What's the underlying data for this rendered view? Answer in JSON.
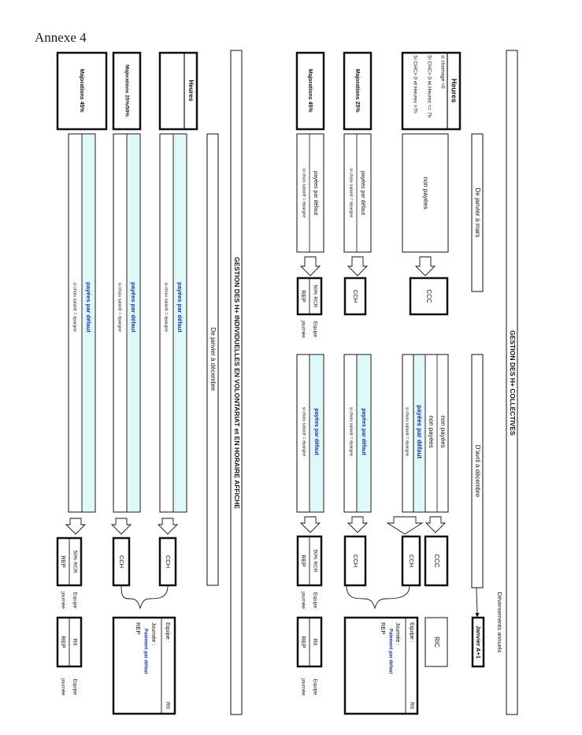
{
  "page": {
    "annexe_label": "Annexe 4"
  },
  "colors": {
    "paid_fill": "#dff8f8",
    "paid_text": "#1531b8",
    "line": "#111111"
  },
  "collectives": {
    "title": "GESTION DES H+ COLLECTIVES",
    "col_deversements": "Déversements annuels",
    "col_janvier": "Janvier A+1",
    "period_q1": "De janvier à mars",
    "period_rest": "D'avril à décembre",
    "heures_box": {
      "title": "Heures",
      "line1": "si chomage <0",
      "line2": "Si CHC> 0 et Heures <= 7h",
      "line3": "Si CHC> 0 et Heures >7h"
    },
    "maj25_label": "Majorations 25%",
    "maj45_label": "Majorations 45%",
    "non_payees": "non payées",
    "non_payees_1": "non payées",
    "non_payees_2": "non payées",
    "payees_defaut": "payées par défaut",
    "choix_salarie": "si choix salarié = épargne",
    "ccc": "CCC",
    "ccc2": "CCC",
    "cch": "CCH",
    "cch2": "CCH",
    "cch3": "CCH",
    "ric": "RIC",
    "rcr_percent": "50% RCR",
    "rep": "REP",
    "equipe": "Equipe",
    "journee": "journée",
    "rii": "RII",
    "big_equipe": "Equipe :",
    "big_rii": "RII",
    "big_journee": "Journée :",
    "big_paiement": "Paiement par défaut",
    "big_rep": "REP"
  },
  "individuelles": {
    "title": "GESTION DES H+ INDIVIDUELLES EN VOLONTARIAT  et  EN HORAIRE AFFICHE",
    "period_all": "De janvier à décembre",
    "heures_label": "Heures",
    "maj2550_label": "Majorations 25%/50%",
    "maj45_label": "Majorations 45%",
    "payees_defaut": "payées par défaut",
    "choix_salarie": "si choix salarié = épargne",
    "cch": "CCH",
    "rcr_percent": "50% RCR",
    "rep": "REP",
    "equipe": "Equipe",
    "journee": "journée",
    "rii": "RII",
    "big_equipe": "Equipe :",
    "big_rii": "RII",
    "big_journee": "Journée :",
    "big_paiement": "Paiement par défaut",
    "big_rep": "REP"
  }
}
